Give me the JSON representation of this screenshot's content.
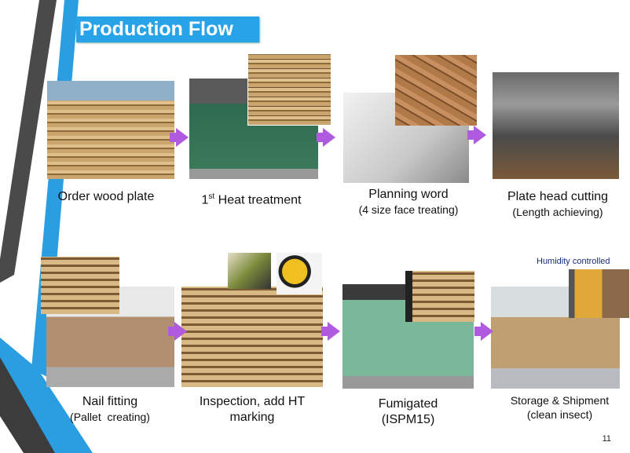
{
  "title": "Production Flow",
  "steps": [
    {
      "label": "Order wood plate",
      "sub": ""
    },
    {
      "label_pre": "1",
      "label_sup": "st",
      "label_post": " Heat treatment"
    },
    {
      "label": "Planning word",
      "sub": "(4 size face treating)"
    },
    {
      "label": "Plate head cutting",
      "sub": "(Length achieving)"
    },
    {
      "label": "Nail fitting",
      "sub": "(Pallet  creating)"
    },
    {
      "label": "Inspection, add HT",
      "sub": "marking"
    },
    {
      "label": "Fumigated",
      "sub": "(ISPM15)"
    },
    {
      "label": "Storage & Shipment",
      "sub": "(clean insect)"
    }
  ],
  "annotation": "Humidity controlled",
  "page_number": "11",
  "colors": {
    "title_bg": "#29a3e8",
    "arrow": "#b05ae0",
    "stripe_blue": "#2a9ee0",
    "stripe_dark": "#4a4a4a"
  }
}
